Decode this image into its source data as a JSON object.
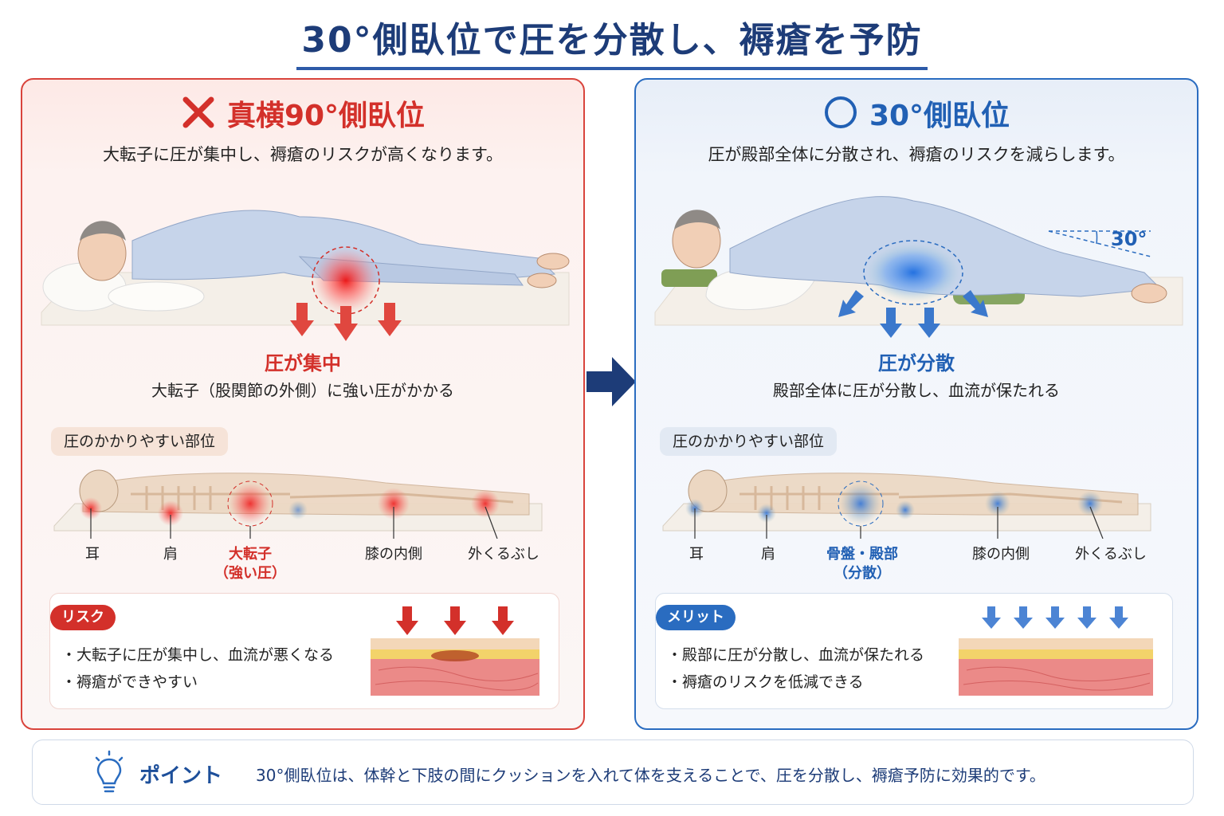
{
  "title": "30°側臥位で圧を分散し、褥瘡を予防",
  "left": {
    "heading": "真横90°側臥位",
    "mark_icon": "cross-icon",
    "subtitle": "大転子に圧が集中し、褥瘡のリスクが高くなります。",
    "pressure_label": "圧が集中",
    "pressure_desc": "大転子（股関節の外側）に強い圧がかかる",
    "sites_chip": "圧のかかりやすい部位",
    "sites": {
      "ear": "耳",
      "shoulder": "肩",
      "main_1": "大転子",
      "main_2": "（強い圧）",
      "knee": "膝の内側",
      "ankle": "外くるぶし"
    },
    "box_tag": "リスク",
    "bullets": [
      "・大転子に圧が集中し、血流が悪くなる",
      "・褥瘡ができやすい"
    ],
    "accent": "#d3302a"
  },
  "right": {
    "heading": "30°側臥位",
    "mark_icon": "circle-icon",
    "subtitle": "圧が殿部全体に分散され、褥瘡のリスクを減らします。",
    "angle_label": "30°",
    "pressure_label": "圧が分散",
    "pressure_desc": "殿部全体に圧が分散し、血流が保たれる",
    "sites_chip": "圧のかかりやすい部位",
    "sites": {
      "ear": "耳",
      "shoulder": "肩",
      "main_1": "骨盤・殿部",
      "main_2": "（分散）",
      "knee": "膝の内側",
      "ankle": "外くるぶし"
    },
    "box_tag": "メリット",
    "bullets": [
      "・殿部に圧が分散し、血流が保たれる",
      "・褥瘡のリスクを低減できる"
    ],
    "accent": "#2a6cc0"
  },
  "point": {
    "icon": "lightbulb-icon",
    "label": "ポイント",
    "text": "30°側臥位は、体幹と下肢の間にクッションを入れて体を支えることで、圧を分散し、褥瘡予防に効果的です。"
  }
}
